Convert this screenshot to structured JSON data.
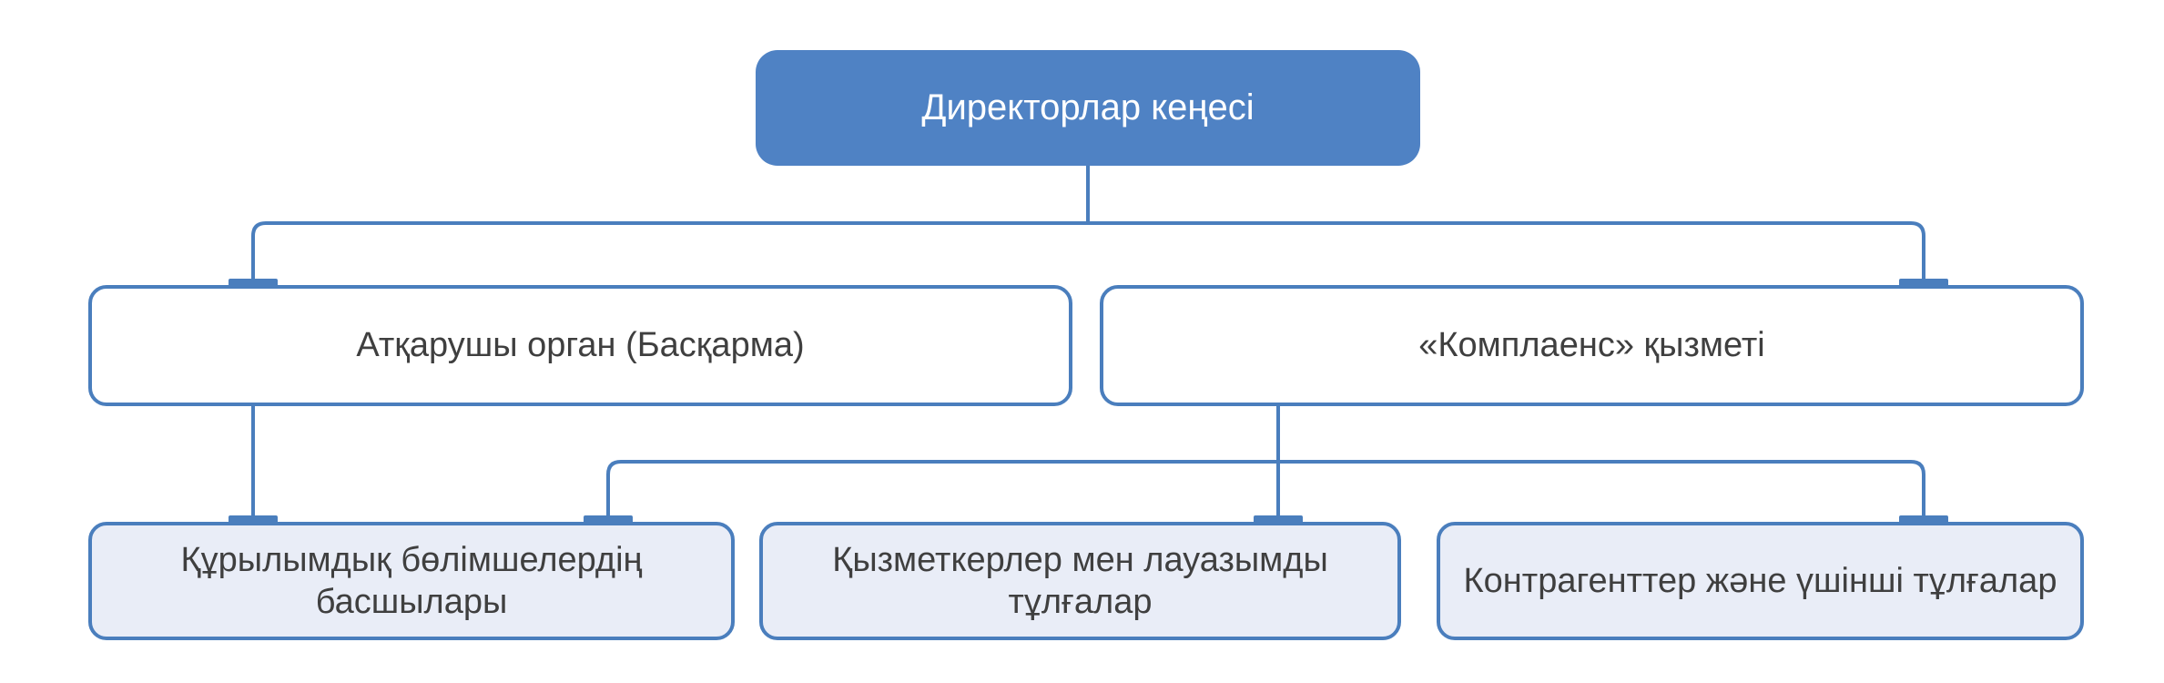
{
  "diagram": {
    "type": "org-chart",
    "title_node": "Директорлар кеңесі",
    "nodes": {
      "root": {
        "label": "Директорлар кеңесі",
        "level": 1
      },
      "executive": {
        "label": "Атқарушы орган (Басқарма)",
        "level": 2
      },
      "compliance": {
        "label": "«Комплаенс» қызметі",
        "level": 2
      },
      "heads": {
        "label": "Құрылымдық бөлімшелердің\nбасшылары",
        "level": 3
      },
      "employees": {
        "label": "Қызметкерлер мен лауазымды\nтұлғалар",
        "level": 3
      },
      "counterparties": {
        "label": "Контрагенттер және үшінші тұлғалар",
        "level": 3
      }
    },
    "edges": [
      {
        "from": "root",
        "to": "executive"
      },
      {
        "from": "root",
        "to": "compliance"
      },
      {
        "from": "executive",
        "to": "heads"
      },
      {
        "from": "compliance",
        "to": "heads"
      },
      {
        "from": "compliance",
        "to": "employees"
      },
      {
        "from": "compliance",
        "to": "counterparties"
      }
    ],
    "colors": {
      "root_fill": "#4F82C4",
      "root_text": "#FFFFFF",
      "level2_fill": "#FFFFFF",
      "level3_fill": "#E9EDF7",
      "box_border": "#4A7EBD",
      "connector": "#4A7EBD",
      "tick": "#4A7EBD",
      "text": "#3F3F3F",
      "background": "#FFFFFF"
    }
  }
}
